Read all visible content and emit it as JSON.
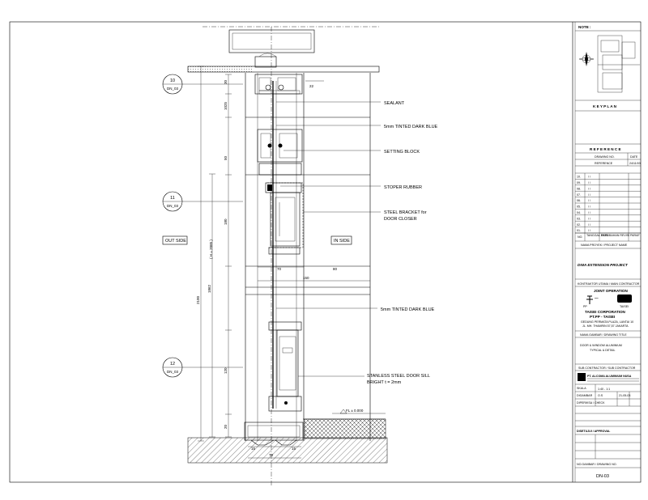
{
  "drawing": {
    "callouts": {
      "sealant": "SEALANT",
      "glass_top": "5mm TINTED DARK BLUE",
      "setting_block": "SETTING BLOCK",
      "stoper_rubber": "STOPER RUBBER",
      "bracket_line1": "STEEL BRACKET for",
      "bracket_line2": "DOOR CLOSER",
      "glass_bottom": "5mm TINTED DARK BLUE",
      "sill_line1": "STANLESS STEEL DOOR SILL",
      "sill_line2": "BRIGHT t = 2mm",
      "floor_level": "FL ± 0.000",
      "out_side": "OUT SIDE",
      "in_side": "IN SIDE"
    },
    "section_marks": [
      {
        "number": "10",
        "sheet": "DN_03"
      },
      {
        "number": "11",
        "sheet": "DN_03"
      },
      {
        "number": "12",
        "sheet": "DN_03"
      }
    ],
    "dims": {
      "d30": "30",
      "d1025": "1025",
      "d50": "50",
      "d180": "180",
      "d1862": "1862",
      "d120": "120",
      "d20": "20",
      "d2100": "2100",
      "h2085": "( H = 2085 )",
      "d22": "22",
      "d70": "70",
      "d80": "80",
      "d150": "150",
      "d15a": "15",
      "d15b": "15",
      "d70b": "70"
    }
  },
  "title_block": {
    "note": "NOTE :",
    "keyplan": "K E Y P L A N",
    "reference": "R E F E R E N C E",
    "drawing_no": "DRAWING NO.",
    "date": "DATE",
    "reference_row": "REFERENCE",
    "reference_date": "24/11/03",
    "revisions": [
      "10.",
      "09.",
      "08.",
      "07.",
      "06.",
      "05.",
      "04.",
      "03.",
      "02.",
      "01."
    ],
    "rev_head_no": "NO.",
    "rev_head_date": "TANGGAL DATE",
    "rev_head_desc": "PERUBAHAN REVISI",
    "rev_head_sign": "PARAF",
    "project_label": "NAMA PROYEK / PROJECT NAME",
    "project_name": "DNIA EXTENSION PROJECT",
    "contractor_label": "KONTRAKTOR UTAMA / MAIN CONTRACTOR",
    "joint": "JOINT OPERATION",
    "corp1": "TAISEI CORPORATION",
    "corp2": "PT.PP - TAISEI",
    "addr1": "GEDUNG PERMATA PLAZA, LANTAI 10",
    "addr2": "JL. MH. THAMRIN 57,57 JAKARTA",
    "logo_a": "PP",
    "logo_b": "TAISEI",
    "title_label": "NAMA GAMBAR / DRAWING TITLE",
    "title1": "DOOR & WINDOW ALUMINIUM",
    "title2": "TYPICAL & DETAIL",
    "sub_label": "SUB CONTRACTOR / SUB CONTRACTOR",
    "sub_name": "PT. ALCOMA ALUMINIUM NUSA",
    "scale_label": "SKALA",
    "scale_value": "1:40 - 1:1",
    "drawn_label": "DIGAMBAR",
    "drawn_value": "O.S",
    "drawn_date": "21-05-03",
    "checked_label": "DIPERIKSA / CHECK",
    "approval_label": "DISETUJUI / APPROVAL",
    "dwg_label": "NO.GAMBAR / DRAWING NO.",
    "dwg_no": "DN-03"
  }
}
